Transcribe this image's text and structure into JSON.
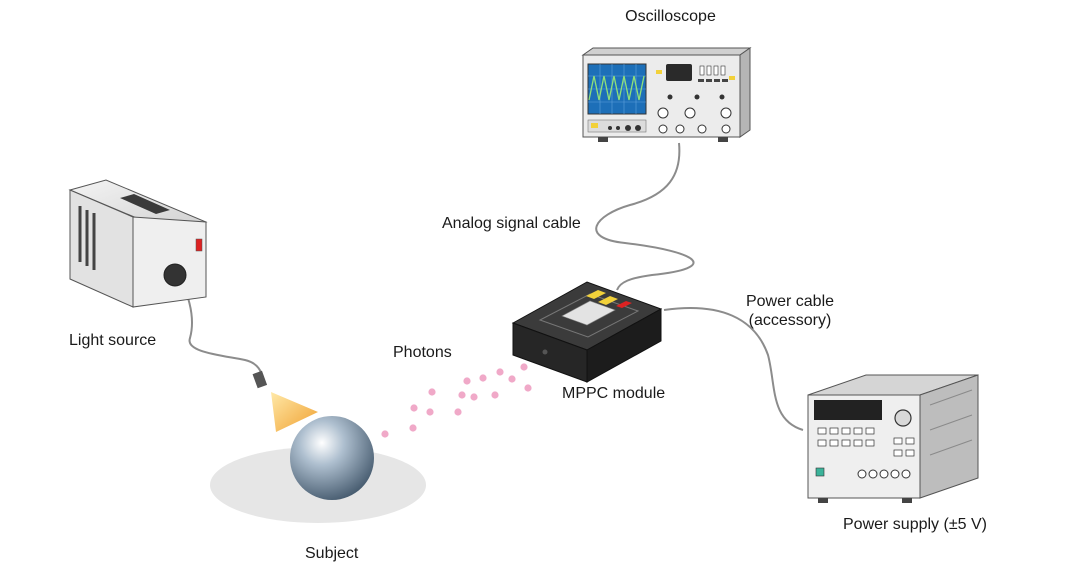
{
  "labels": {
    "oscilloscope": "Oscilloscope",
    "analog_signal_cable": "Analog signal cable",
    "light_source": "Light source",
    "photons": "Photons",
    "mppc_module": "MPPC module",
    "power_cable_line1": "Power cable",
    "power_cable_line2": "(accessory)",
    "power_supply": "Power supply (±5 V)",
    "subject": "Subject"
  },
  "colors": {
    "cable": "#8c8c8c",
    "photon": "#f0a9c8",
    "light_cone": "#f5b85a",
    "scope_screen": "#1d6fb8",
    "scope_trace": "#8fe07a",
    "sphere": "#7d95ab",
    "shadow": "#e6e6e6",
    "device_panel": "#e9e9e9",
    "module_body": "#2b2b2b"
  }
}
